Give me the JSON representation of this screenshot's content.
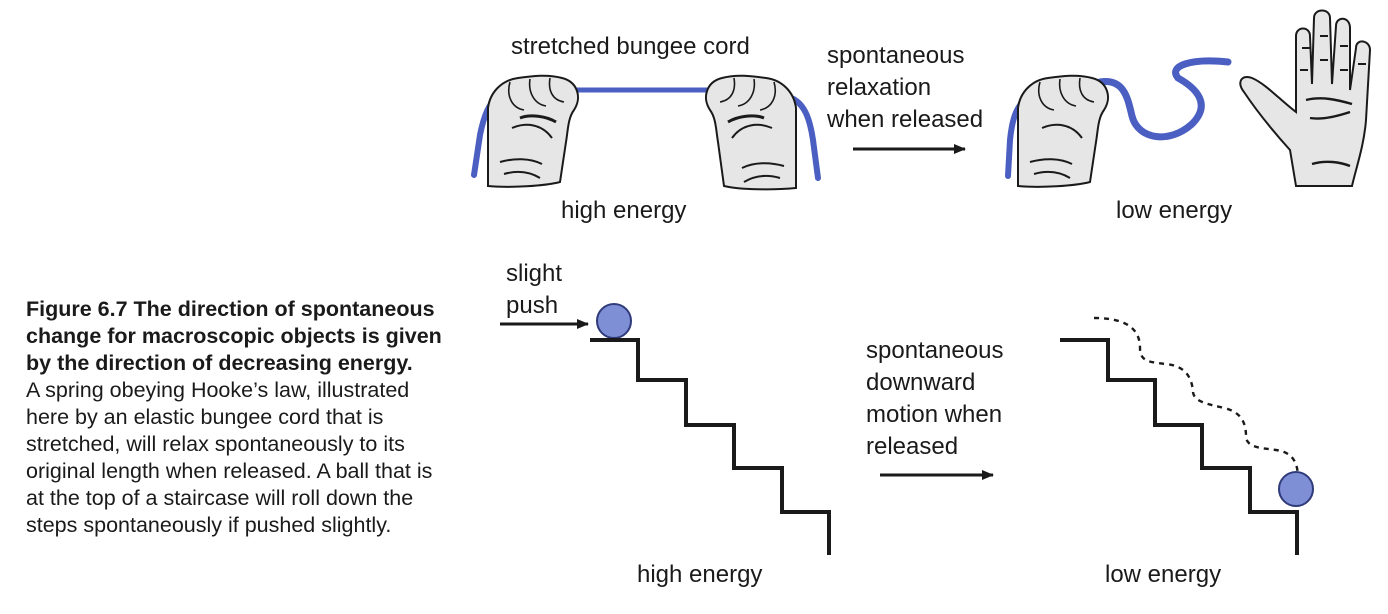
{
  "caption": {
    "title": "Figure 6.7 The direction of spontaneous change for macroscopic objects is given by the direction of decreasing energy.",
    "body": "A spring obeying Hooke’s law, illustrated here by an elastic bungee cord that is stretched, will relax spontaneously to its original length when released. A ball that is at the top of a staircase will roll down the steps spontaneously if pushed slightly."
  },
  "top_panel": {
    "stretched_label": "stretched bungee cord",
    "transition_label": [
      "spontaneous",
      "relaxation",
      "when released"
    ],
    "left_state": "high energy",
    "right_state": "low energy"
  },
  "bottom_panel": {
    "push_label": [
      "slight",
      "push"
    ],
    "transition_label": [
      "spontaneous",
      "downward",
      "motion when",
      "released"
    ],
    "left_state": "high energy",
    "right_state": "low energy"
  },
  "colors": {
    "cord": "#4a5fc1",
    "ball": "#7f8fd6",
    "ball_edge": "#2f3b7a",
    "ink": "#1a1a1a",
    "hand_fill": "#e6e6e6"
  }
}
